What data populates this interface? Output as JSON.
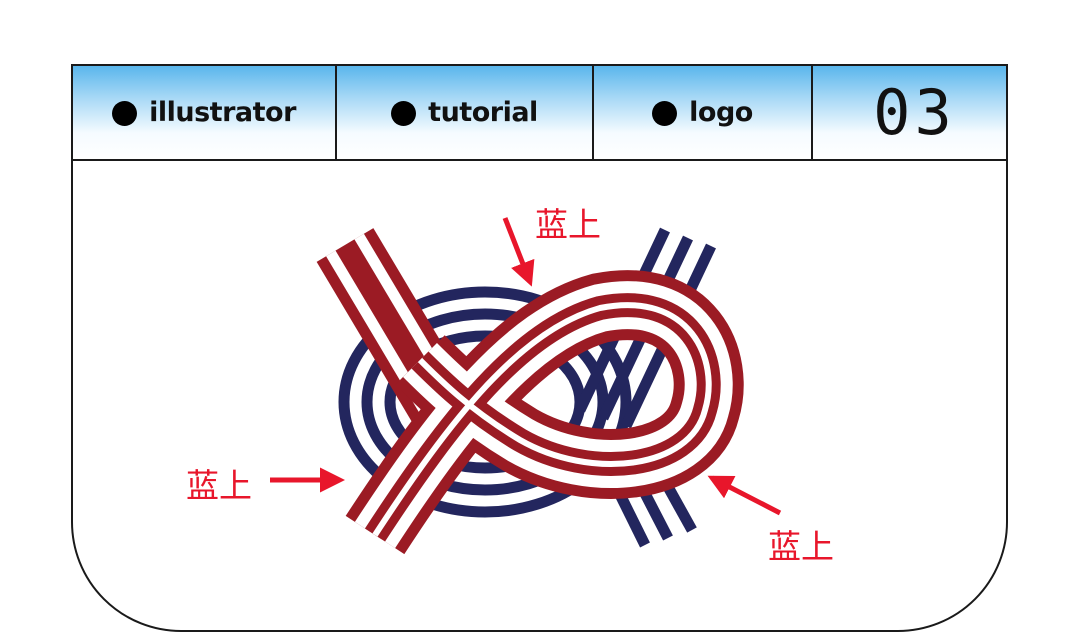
{
  "header": {
    "tags": [
      {
        "icon": "bullet-dot-icon",
        "label": "illustrator"
      },
      {
        "icon": "bullet-dot-icon",
        "label": "tutorial"
      },
      {
        "icon": "bullet-dot-icon",
        "label": "logo"
      }
    ],
    "step_number": "03"
  },
  "annotations": {
    "top": "蓝上",
    "left": "蓝上",
    "right": "蓝上"
  },
  "colors": {
    "header_gradient_top": "#5ab6ec",
    "rope_red": "#9b1b24",
    "rope_navy": "#23265e",
    "annotation_red": "#e8162b",
    "border": "#1a1a1a"
  }
}
